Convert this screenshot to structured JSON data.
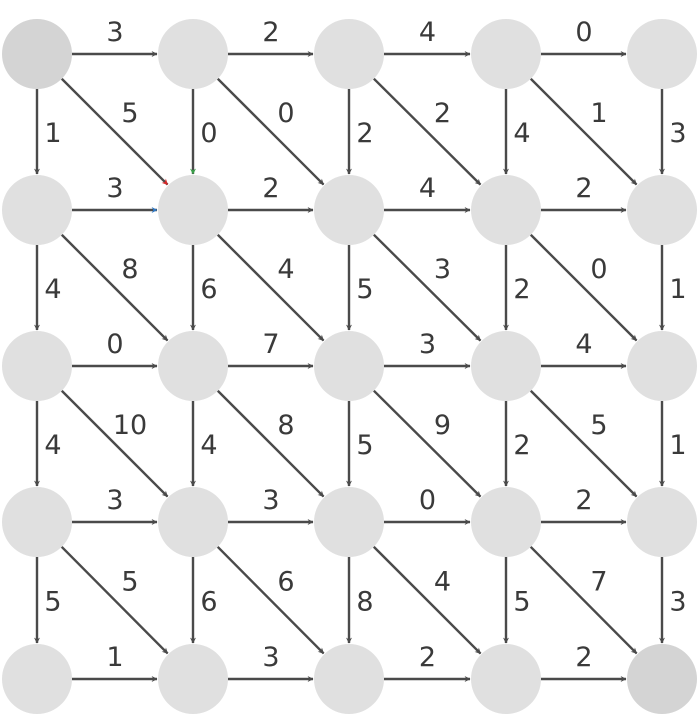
{
  "grid": {
    "rows": 5,
    "cols": 5
  },
  "colors": {
    "node": "#e0e0e0",
    "corner_node": "#d4d4d4",
    "edge": "#4a4a4a",
    "red": "#d62728",
    "green": "#3aa04a",
    "blue": "#2f78c4"
  },
  "edges": [
    {
      "from": [
        0,
        0
      ],
      "to": [
        0,
        1
      ],
      "w": "3"
    },
    {
      "from": [
        0,
        1
      ],
      "to": [
        0,
        2
      ],
      "w": "2"
    },
    {
      "from": [
        0,
        2
      ],
      "to": [
        0,
        3
      ],
      "w": "4"
    },
    {
      "from": [
        0,
        3
      ],
      "to": [
        0,
        4
      ],
      "w": "0"
    },
    {
      "from": [
        0,
        0
      ],
      "to": [
        1,
        0
      ],
      "w": "1"
    },
    {
      "from": [
        0,
        1
      ],
      "to": [
        1,
        1
      ],
      "w": "0",
      "color": "green"
    },
    {
      "from": [
        0,
        2
      ],
      "to": [
        1,
        2
      ],
      "w": "2"
    },
    {
      "from": [
        0,
        3
      ],
      "to": [
        1,
        3
      ],
      "w": "4"
    },
    {
      "from": [
        0,
        4
      ],
      "to": [
        1,
        4
      ],
      "w": "3"
    },
    {
      "from": [
        0,
        0
      ],
      "to": [
        1,
        1
      ],
      "w": "5",
      "color": "red"
    },
    {
      "from": [
        0,
        1
      ],
      "to": [
        1,
        2
      ],
      "w": "0"
    },
    {
      "from": [
        0,
        2
      ],
      "to": [
        1,
        3
      ],
      "w": "2"
    },
    {
      "from": [
        0,
        3
      ],
      "to": [
        1,
        4
      ],
      "w": "1"
    },
    {
      "from": [
        1,
        0
      ],
      "to": [
        1,
        1
      ],
      "w": "3",
      "color": "blue"
    },
    {
      "from": [
        1,
        1
      ],
      "to": [
        1,
        2
      ],
      "w": "2"
    },
    {
      "from": [
        1,
        2
      ],
      "to": [
        1,
        3
      ],
      "w": "4"
    },
    {
      "from": [
        1,
        3
      ],
      "to": [
        1,
        4
      ],
      "w": "2"
    },
    {
      "from": [
        1,
        0
      ],
      "to": [
        2,
        0
      ],
      "w": "4"
    },
    {
      "from": [
        1,
        1
      ],
      "to": [
        2,
        1
      ],
      "w": "6"
    },
    {
      "from": [
        1,
        2
      ],
      "to": [
        2,
        2
      ],
      "w": "5"
    },
    {
      "from": [
        1,
        3
      ],
      "to": [
        2,
        3
      ],
      "w": "2"
    },
    {
      "from": [
        1,
        4
      ],
      "to": [
        2,
        4
      ],
      "w": "1"
    },
    {
      "from": [
        1,
        0
      ],
      "to": [
        2,
        1
      ],
      "w": "8"
    },
    {
      "from": [
        1,
        1
      ],
      "to": [
        2,
        2
      ],
      "w": "4"
    },
    {
      "from": [
        1,
        2
      ],
      "to": [
        2,
        3
      ],
      "w": "3"
    },
    {
      "from": [
        1,
        3
      ],
      "to": [
        2,
        4
      ],
      "w": "0"
    },
    {
      "from": [
        2,
        0
      ],
      "to": [
        2,
        1
      ],
      "w": "0"
    },
    {
      "from": [
        2,
        1
      ],
      "to": [
        2,
        2
      ],
      "w": "7"
    },
    {
      "from": [
        2,
        2
      ],
      "to": [
        2,
        3
      ],
      "w": "3"
    },
    {
      "from": [
        2,
        3
      ],
      "to": [
        2,
        4
      ],
      "w": "4"
    },
    {
      "from": [
        2,
        0
      ],
      "to": [
        3,
        0
      ],
      "w": "4"
    },
    {
      "from": [
        2,
        1
      ],
      "to": [
        3,
        1
      ],
      "w": "4"
    },
    {
      "from": [
        2,
        2
      ],
      "to": [
        3,
        2
      ],
      "w": "5"
    },
    {
      "from": [
        2,
        3
      ],
      "to": [
        3,
        3
      ],
      "w": "2"
    },
    {
      "from": [
        2,
        4
      ],
      "to": [
        3,
        4
      ],
      "w": "1"
    },
    {
      "from": [
        2,
        0
      ],
      "to": [
        3,
        1
      ],
      "w": "10"
    },
    {
      "from": [
        2,
        1
      ],
      "to": [
        3,
        2
      ],
      "w": "8"
    },
    {
      "from": [
        2,
        2
      ],
      "to": [
        3,
        3
      ],
      "w": "9"
    },
    {
      "from": [
        2,
        3
      ],
      "to": [
        3,
        4
      ],
      "w": "5"
    },
    {
      "from": [
        3,
        0
      ],
      "to": [
        3,
        1
      ],
      "w": "3"
    },
    {
      "from": [
        3,
        1
      ],
      "to": [
        3,
        2
      ],
      "w": "3"
    },
    {
      "from": [
        3,
        2
      ],
      "to": [
        3,
        3
      ],
      "w": "0"
    },
    {
      "from": [
        3,
        3
      ],
      "to": [
        3,
        4
      ],
      "w": "2"
    },
    {
      "from": [
        3,
        0
      ],
      "to": [
        4,
        0
      ],
      "w": "5"
    },
    {
      "from": [
        3,
        1
      ],
      "to": [
        4,
        1
      ],
      "w": "6"
    },
    {
      "from": [
        3,
        2
      ],
      "to": [
        4,
        2
      ],
      "w": "8"
    },
    {
      "from": [
        3,
        3
      ],
      "to": [
        4,
        3
      ],
      "w": "5"
    },
    {
      "from": [
        3,
        4
      ],
      "to": [
        4,
        4
      ],
      "w": "3"
    },
    {
      "from": [
        3,
        0
      ],
      "to": [
        4,
        1
      ],
      "w": "5"
    },
    {
      "from": [
        3,
        1
      ],
      "to": [
        4,
        2
      ],
      "w": "6"
    },
    {
      "from": [
        3,
        2
      ],
      "to": [
        4,
        3
      ],
      "w": "4"
    },
    {
      "from": [
        3,
        3
      ],
      "to": [
        4,
        4
      ],
      "w": "7"
    },
    {
      "from": [
        4,
        0
      ],
      "to": [
        4,
        1
      ],
      "w": "1"
    },
    {
      "from": [
        4,
        1
      ],
      "to": [
        4,
        2
      ],
      "w": "3"
    },
    {
      "from": [
        4,
        2
      ],
      "to": [
        4,
        3
      ],
      "w": "2"
    },
    {
      "from": [
        4,
        3
      ],
      "to": [
        4,
        4
      ],
      "w": "2"
    }
  ]
}
